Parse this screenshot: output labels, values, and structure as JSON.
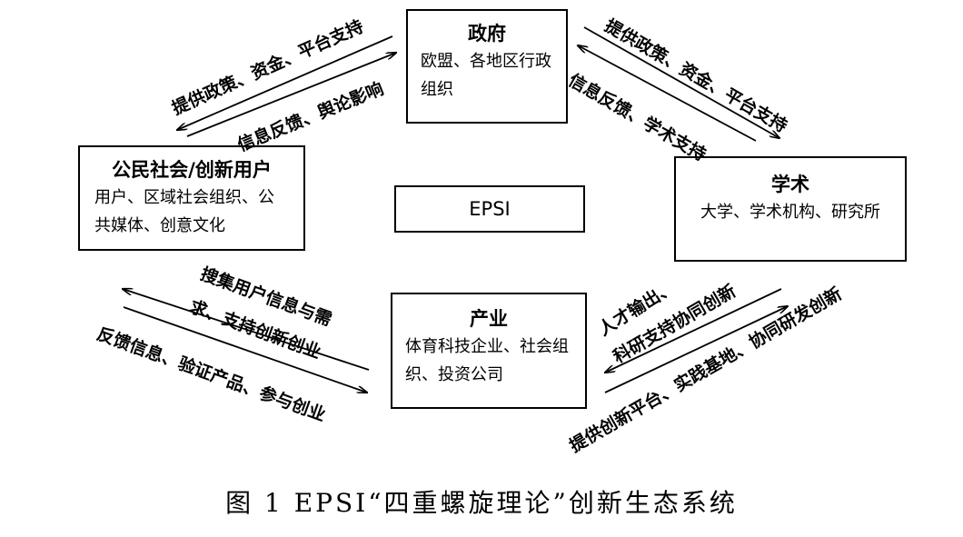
{
  "nodes": {
    "government": {
      "title": "政府",
      "desc": "欧盟、各地区行政组织"
    },
    "civil_society": {
      "title": "公民社会/创新用户",
      "desc": "用户、区域社会组织、公共媒体、创意文化"
    },
    "academia": {
      "title": "学术",
      "desc": "大学、学术机构、研究所"
    },
    "industry": {
      "title": "产业",
      "desc": "体育科技企业、社会组织、投资公司"
    },
    "center": {
      "label": "EPSI"
    }
  },
  "edges": {
    "gov_to_civil": "提供政策、资金、平台支持",
    "civil_to_gov": "信息反馈、舆论影响",
    "gov_to_academia": "提供政策、资金、平台支持",
    "academia_to_gov": "信息反馈、学术支持",
    "industry_to_civil_line1": "搜集用户信息与需",
    "industry_to_civil_line2": "求、支持创新创业",
    "civil_to_industry": "反馈信息、验证产品、参与创业",
    "academia_to_industry_line1": "人才输出、",
    "academia_to_industry_line2": "科研支持协同创新",
    "industry_to_academia": "提供创新平台、实践基地、协同研发创新"
  },
  "caption": "图 1   EPSI“四重螺旋理论”创新生态系统"
}
